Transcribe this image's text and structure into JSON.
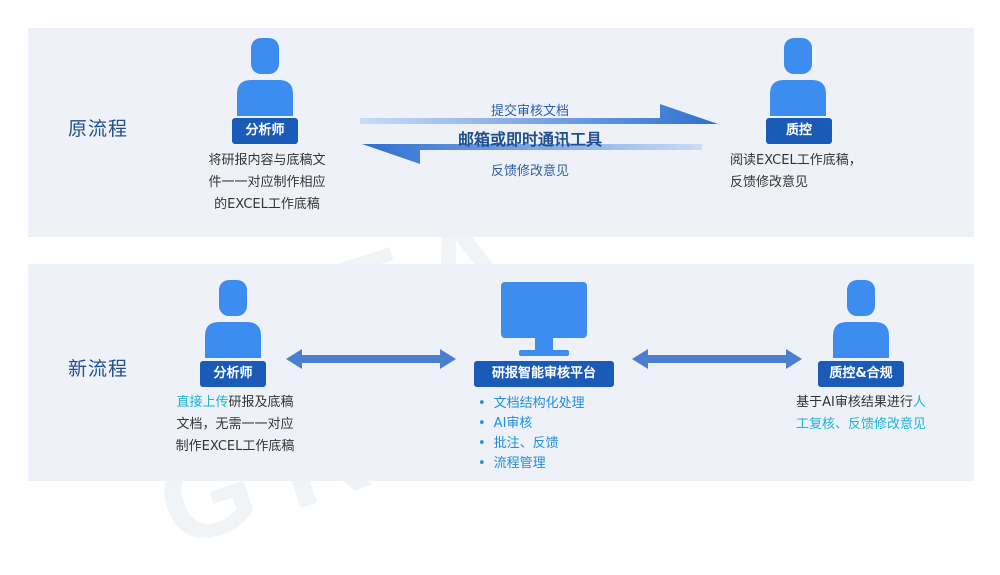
{
  "old_flow": {
    "label": "原流程",
    "analyst": {
      "tag": "分析师",
      "desc_line1": "将研报内容与底稿文",
      "desc_line2": "件一一对应制作相应",
      "desc_line3": "的EXCEL工作底稿"
    },
    "arrows": {
      "top_text": "提交审核文档",
      "middle_text": "邮箱或即时通讯工具",
      "bottom_text": "反馈修改意见"
    },
    "qc": {
      "tag": "质控",
      "desc_line1": "阅读EXCEL工作底稿，",
      "desc_line2": "反馈修改意见"
    }
  },
  "new_flow": {
    "label": "新流程",
    "analyst": {
      "tag": "分析师",
      "desc_highlight": "直接上传",
      "desc_line1_rest": "研报及底稿",
      "desc_line2": "文档，无需一一对应",
      "desc_line3": "制作EXCEL工作底稿"
    },
    "platform": {
      "tag": "研报智能审核平台",
      "features": [
        "文档结构化处理",
        "AI审核",
        "批注、反馈",
        "流程管理"
      ]
    },
    "qc": {
      "tag": "质控&合规",
      "desc_line1_start": "基于AI审核结果进行",
      "desc_line1_hl": "人",
      "desc_line2_hl": "工复核、反馈修改意见"
    }
  },
  "colors": {
    "panel_bg": "#eef2f8",
    "tag_bg": "#1a5bb8",
    "person": "#3d8cf0",
    "highlight": "#1eb2d8"
  },
  "watermark": "DATA GRAND"
}
